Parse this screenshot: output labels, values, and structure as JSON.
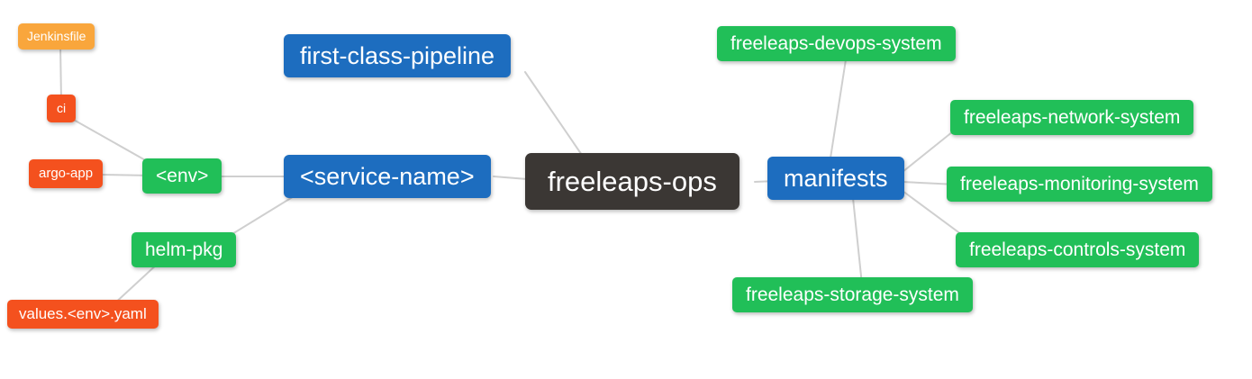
{
  "diagram": {
    "type": "mindmap",
    "colors": {
      "canvas_bg": "#ffffff",
      "root_bg": "#3b3734",
      "branch_bg": "#1d6dbf",
      "secondary_bg": "#21bf58",
      "leaf_orange_bg": "#f9a63c",
      "leaf_red_bg": "#f4511e",
      "node_text": "#ffffff",
      "edge": "#cfcfcf"
    },
    "nodes": {
      "root": {
        "label": "freeleaps-ops",
        "level": "root"
      },
      "first_class_pipeline": {
        "label": "first-class-pipeline",
        "level": "branch"
      },
      "service_name": {
        "label": "<service-name>",
        "level": "branch"
      },
      "manifests": {
        "label": "manifests",
        "level": "branch"
      },
      "env": {
        "label": "<env>",
        "level": "secondary"
      },
      "helm_pkg": {
        "label": "helm-pkg",
        "level": "secondary"
      },
      "ci": {
        "label": "ci",
        "level": "leaf"
      },
      "jenkinsfile": {
        "label": "Jenkinsfile",
        "level": "leaf"
      },
      "argo_app": {
        "label": "argo-app",
        "level": "leaf"
      },
      "values_env_yaml": {
        "label": "values.<env>.yaml",
        "level": "leaf"
      },
      "devops_system": {
        "label": "freeleaps-devops-system",
        "level": "secondary"
      },
      "network_system": {
        "label": "freeleaps-network-system",
        "level": "secondary"
      },
      "monitoring_system": {
        "label": "freeleaps-monitoring-system",
        "level": "secondary"
      },
      "controls_system": {
        "label": "freeleaps-controls-system",
        "level": "secondary"
      },
      "storage_system": {
        "label": "freeleaps-storage-system",
        "level": "secondary"
      }
    },
    "edges": [
      {
        "from": "jenkinsfile",
        "to": "ci"
      },
      {
        "from": "ci",
        "to": "env"
      },
      {
        "from": "argo_app",
        "to": "env"
      },
      {
        "from": "env",
        "to": "service_name"
      },
      {
        "from": "helm_pkg",
        "to": "service_name"
      },
      {
        "from": "values_env_yaml",
        "to": "helm_pkg"
      },
      {
        "from": "first_class_pipeline",
        "to": "root"
      },
      {
        "from": "service_name",
        "to": "root"
      },
      {
        "from": "root",
        "to": "manifests"
      },
      {
        "from": "manifests",
        "to": "devops_system"
      },
      {
        "from": "manifests",
        "to": "network_system"
      },
      {
        "from": "manifests",
        "to": "monitoring_system"
      },
      {
        "from": "manifests",
        "to": "controls_system"
      },
      {
        "from": "manifests",
        "to": "storage_system"
      }
    ]
  }
}
